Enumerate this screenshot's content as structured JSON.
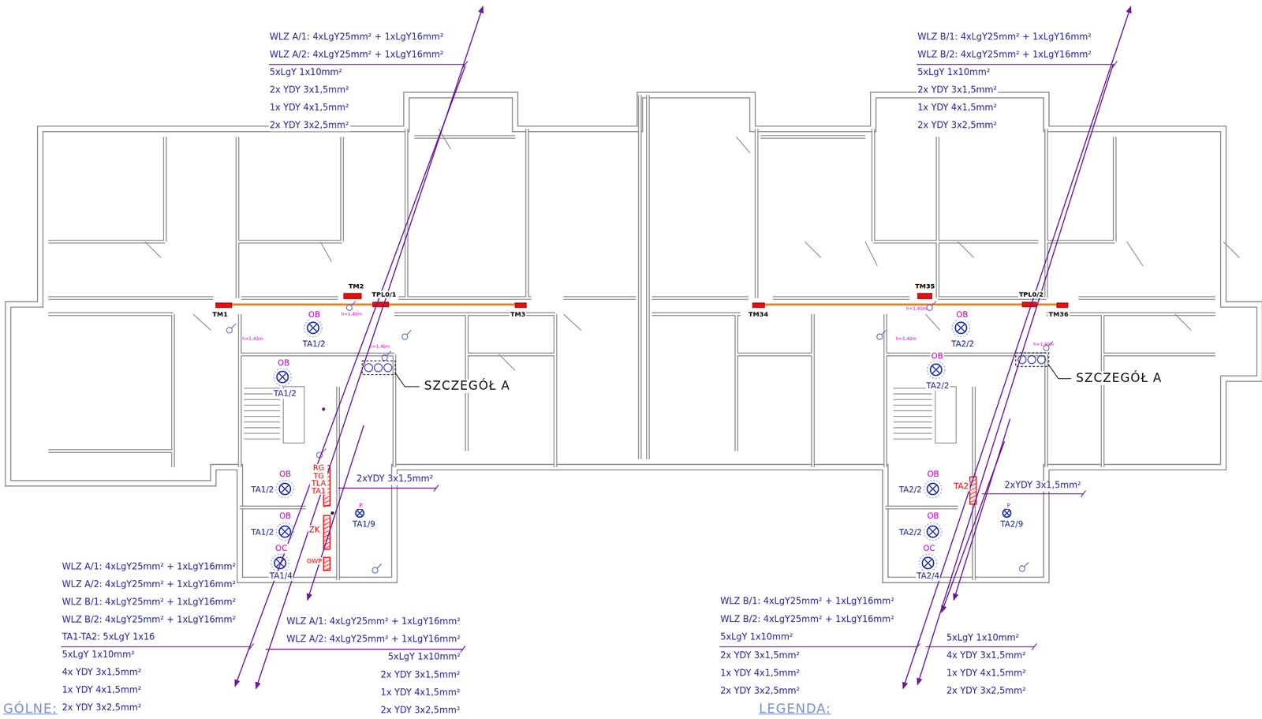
{
  "diagram": {
    "labels": [
      "WLZ A/1: 4xLgY25mm² + 1xLgY16mm²",
      "WLZ A/2: 4xLgY25mm² + 1xLgY16mm²",
      "5xLgY 1x10mm²",
      "2x YDY 3x1,5mm²",
      "1x YDY 4x1,5mm²",
      "2x YDY 3x2,5mm²",
      "WLZ B/1: 4xLgY25mm² + 1xLgY16mm²",
      "WLZ B/2: 4xLgY25mm² + 1xLgY16mm²",
      "5xLgY 1x10mm²",
      "2x YDY 3x1,5mm²",
      "1x YDY 4x1,5mm²",
      "2x YDY 3x2,5mm²",
      "TM2",
      "TPL0/1",
      "TM1",
      "h=1,40m",
      "TM3",
      "OB",
      "TA1/2",
      "h=1,40m",
      "h=1,40m",
      "OB",
      "TA1/2",
      "SZCZEGÓŁ A",
      "RG TG TLA TA1",
      "2xYDY 3x1,5mm²",
      "OB",
      "TA1/2",
      "P",
      "TA1/9",
      "OB",
      "TA1/2",
      "ZK",
      "OC",
      "GWP",
      "TA1/4",
      "TM35",
      "TPL0/2",
      "h=1,40m",
      "TM34",
      "TM36",
      "OB",
      "TA2/2",
      "h=1,40m",
      "h=1,40m",
      "OB",
      "TA2/2",
      "SZCZEGÓŁ A",
      "OB",
      "TA2/2",
      "TA2",
      "2xYDY 3x1,5mm²",
      "P",
      "TA2/9",
      "OB",
      "TA2/2",
      "OC",
      "TA2/4",
      "WLZ A/1: 4xLgY25mm² + 1xLgY16mm²",
      "WLZ A/2: 4xLgY25mm² + 1xLgY16mm²",
      "WLZ B/1: 4xLgY25mm² + 1xLgY16mm²",
      "WLZ B/2: 4xLgY25mm² + 1xLgY16mm²",
      "TA1-TA2: 5xLgY 1x16",
      "5xLgY 1x10mm²",
      "4x YDY 3x1,5mm²",
      "1x YDY 4x1,5mm²",
      "2x YDY 3x2,5mm²",
      "WLZ A/1: 4xLgY25mm² + 1xLgY16mm²",
      "WLZ A/2: 4xLgY25mm² + 1xLgY16mm²",
      "5xLgY 1x10mm²",
      "2x YDY 3x1,5mm²",
      "1x YDY 4x1,5mm²",
      "2x YDY 3x2,5mm²",
      "WLZ B/1: 4xLgY25mm² + 1xLgY16mm²",
      "WLZ B/2: 4xLgY25mm² + 1xLgY16mm²",
      "5xLgY 1x10mm²",
      "2x YDY 3x1,5mm²",
      "1x YDY 4x1,5mm²",
      "2x YDY 3x2,5mm²",
      "5xLgY 1x10mm²",
      "4x YDY 3x1,5mm²",
      "1x YDY 4x1,5mm²",
      "2x YDY 3x2,5mm²",
      "GÓLNE:",
      "LEGENDA:"
    ]
  }
}
